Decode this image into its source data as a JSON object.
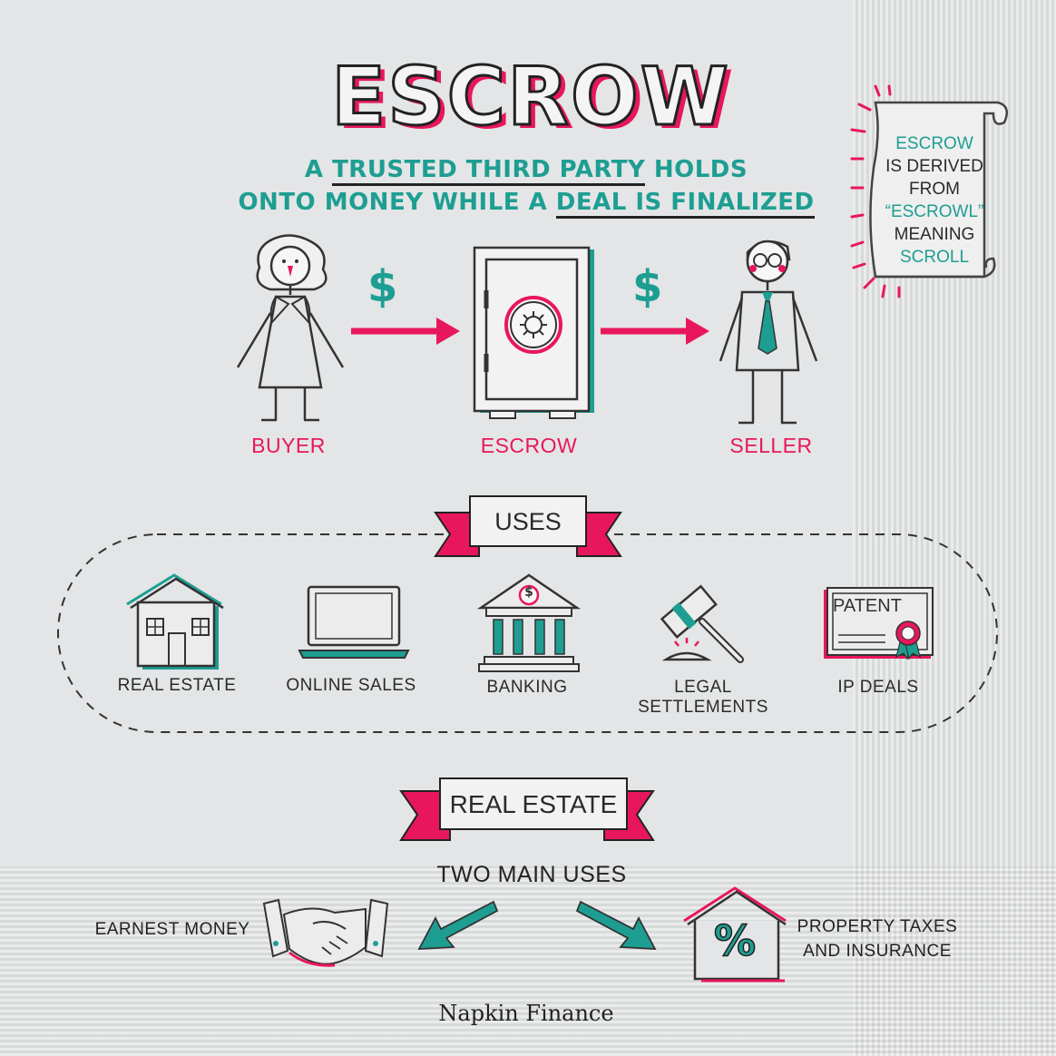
{
  "title": "ESCROW",
  "subtitle": {
    "l1_a": "A ",
    "l1_u": "TRUSTED THIRD PARTY",
    "l1_b": " HOLDS",
    "l2_a": "ONTO MONEY WHILE A ",
    "l2_u": "DEAL IS FINALIZED"
  },
  "scroll": {
    "line1": "ESCROW",
    "line2": "IS DERIVED",
    "line3": "FROM",
    "line4": "“ESCROWL”",
    "line5": "MEANING",
    "line6": "SCROLL"
  },
  "flow": {
    "buyer": "BUYER",
    "escrow": "ESCROW",
    "seller": "SELLER",
    "money_symbol": "$"
  },
  "uses": {
    "banner": "USES",
    "items": [
      {
        "label": "REAL ESTATE",
        "icon": "house-icon"
      },
      {
        "label": "ONLINE SALES",
        "icon": "laptop-icon"
      },
      {
        "label": "BANKING",
        "icon": "bank-icon"
      },
      {
        "label": "LEGAL SETTLEMENTS",
        "icon": "gavel-icon"
      },
      {
        "label": "IP DEALS",
        "icon": "patent-certificate-icon"
      }
    ],
    "patent_text": "PATENT",
    "bank_symbol": "$"
  },
  "real_estate": {
    "banner": "REAL ESTATE",
    "two_main_uses": "TWO MAIN USES",
    "left_label": "EARNEST MONEY",
    "right_label_1": "PROPERTY TAXES",
    "right_label_2": "AND INSURANCE",
    "percent_symbol": "%"
  },
  "brand": "Napkin Finance",
  "colors": {
    "teal": "#1e9e92",
    "pink": "#e8175d",
    "ink": "#222222",
    "napkin": "#e3e5e6"
  }
}
